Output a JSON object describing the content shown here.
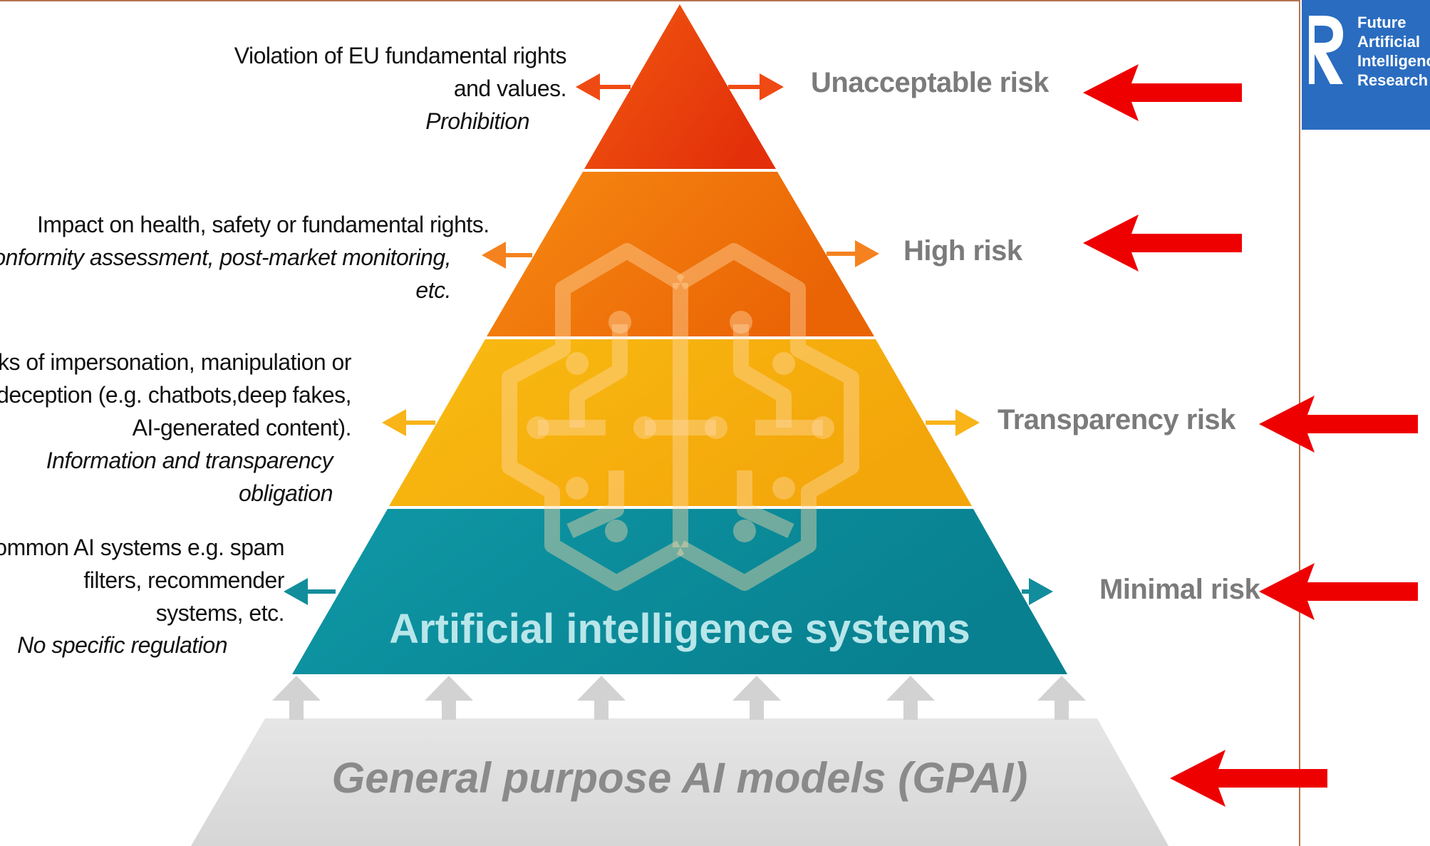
{
  "tiers": [
    {
      "risk_label": "Unacceptable risk",
      "description": [
        "Violation of EU fundamental rights",
        "and values."
      ],
      "obligation": [
        "Prohibition"
      ],
      "color": "#ef3e0d",
      "arrow_color": "#f04a14"
    },
    {
      "risk_label": "High risk",
      "description": [
        "Impact on health, safety or fundamental rights."
      ],
      "obligation": [
        "Conformity assessment, post-market monitoring,",
        "etc."
      ],
      "color": "#f27a0c",
      "arrow_color": "#f5821f"
    },
    {
      "risk_label": "Transparency risk",
      "description": [
        "Risks of impersonation, manipulation or",
        "deception (e.g. chatbots,deep fakes,",
        "AI-generated content)."
      ],
      "obligation": [
        "Information and transparency",
        "obligation"
      ],
      "color": "#f6b20b",
      "arrow_color": "#f8b418"
    },
    {
      "risk_label": "Minimal risk",
      "description": [
        "Common AI systems e.g. spam",
        "filters, recommender",
        "systems, etc."
      ],
      "obligation": [
        "No specific regulation"
      ],
      "color": "#0a8e9c",
      "arrow_color": "#128d9c"
    }
  ],
  "pyramid_base_label": "Artificial intelligence systems",
  "gpai_label": "General purpose AI models (GPAI)",
  "logo": {
    "lines": [
      "Future",
      "Artificial",
      "Intelligence",
      "Research"
    ],
    "color": "#2a6cc0"
  },
  "colors": {
    "pointer_arrow": "#ee0000",
    "risk_label_text": "#7b7b7b",
    "gpai_band": "#dcdcdc",
    "gpai_text": "#8a8a8a",
    "base_label_text": "#b8e6ea",
    "divider_line": "#b5734e"
  }
}
